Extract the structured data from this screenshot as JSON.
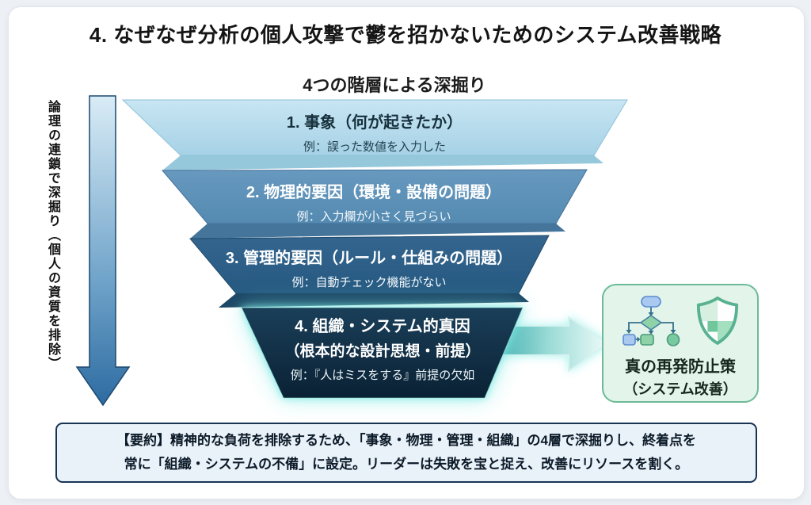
{
  "title": "4. なぜなぜ分析の個人攻撃で鬱を招かないためのシステム改善戦略",
  "funnel": {
    "heading": "4つの階層による深掘り",
    "side_arrow_label": "論理の連鎖で深掘り（個人の資質を排除）",
    "layers": [
      {
        "title": "1. 事象（何が起きたか）",
        "example": "例：誤った数値を入力した",
        "fill": "#b7dcee"
      },
      {
        "title": "2. 物理的要因（環境・設備の問題）",
        "example": "例：入力欄が小さく見づらい",
        "fill": "#5e93ba"
      },
      {
        "title": "3. 管理的要因（ルール・仕組みの問題）",
        "example": "例：自動チェック機能がない",
        "fill": "#2d5f88"
      },
      {
        "title": "4. 組織・システム的真因",
        "subtitle": "（根本的な設計思想・前提）",
        "example": "例：『人はミスをする』前提の欠如",
        "fill": "#0d2940",
        "glow_color": "#7fe9e2"
      }
    ]
  },
  "connector_arrow": {
    "color": "#1e9aa0"
  },
  "outcome_box": {
    "icons": [
      "flowchart-icon",
      "shield-icon"
    ],
    "line1": "真の再発防止策",
    "line2": "（システム改善）",
    "background": "#e3f4ea",
    "border_color": "#6cba97"
  },
  "summary_box": {
    "line1": "【要約】精神的な負荷を排除するため、「事象・物理・管理・組織」の4層で深掘りし、終着点を",
    "line2": "常に「組織・システムの不備」に設定。リーダーは失敗を宝と捉え、改善にリソースを割く。",
    "background": "#e9f1f9",
    "border_color": "#173455"
  }
}
